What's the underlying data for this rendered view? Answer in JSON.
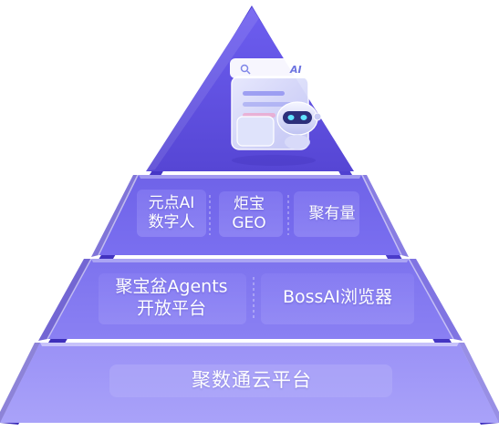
{
  "colors": {
    "apex": "#5b4cd6",
    "tier_light": "#8b80f5",
    "tier_mid": "#7468ea",
    "tier_dark": "#4a3ac8",
    "base_light": "#a69ff8",
    "accent_white": "#ffffff"
  },
  "pyramid": {
    "top_icon": "ai-robot-illustration",
    "tier2": {
      "cells": [
        {
          "line1": "元点AI",
          "line2": "数字人"
        },
        {
          "line1": "炬宝",
          "line2": "GEO"
        },
        {
          "line1": "聚有量"
        }
      ]
    },
    "tier3": {
      "cells": [
        {
          "line1": "聚宝盆Agents",
          "line2": "开放平台"
        },
        {
          "line1": "BossAI浏览器"
        }
      ]
    },
    "tier4": {
      "label": "聚数通云平台"
    },
    "robot_panel": {
      "badge": "AI"
    }
  }
}
